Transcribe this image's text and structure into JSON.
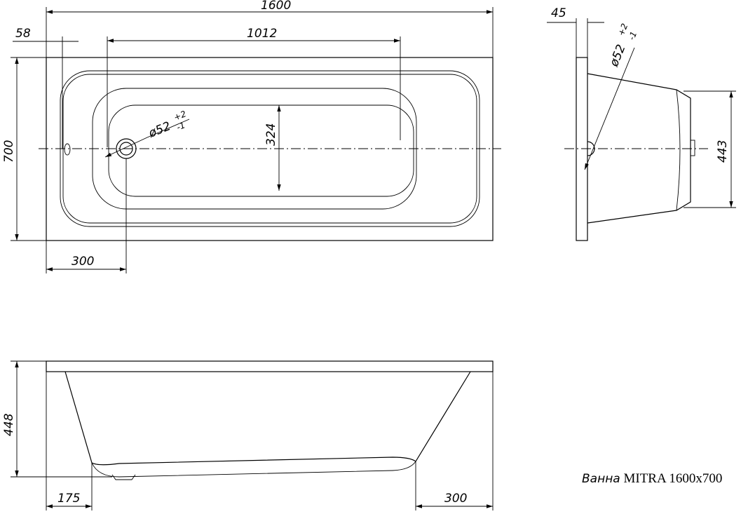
{
  "title": {
    "prefix": "Ванна",
    "model": "MITRA 1600x700"
  },
  "plan_view": {
    "overall_length": "1600",
    "overall_width": "700",
    "edge_offset": "58",
    "inner_length": "1012",
    "inner_width": "324",
    "drain_diameter": "ø52",
    "drain_tol_upper": "+2",
    "drain_tol_lower": "-1",
    "drain_offset": "300"
  },
  "end_view": {
    "rim_thickness": "45",
    "drain_diameter": "ø52",
    "drain_tol_upper": "+2",
    "drain_tol_lower": "-1",
    "bottom_width": "443"
  },
  "side_view": {
    "height": "448",
    "left_offset": "175",
    "right_offset": "300"
  }
}
